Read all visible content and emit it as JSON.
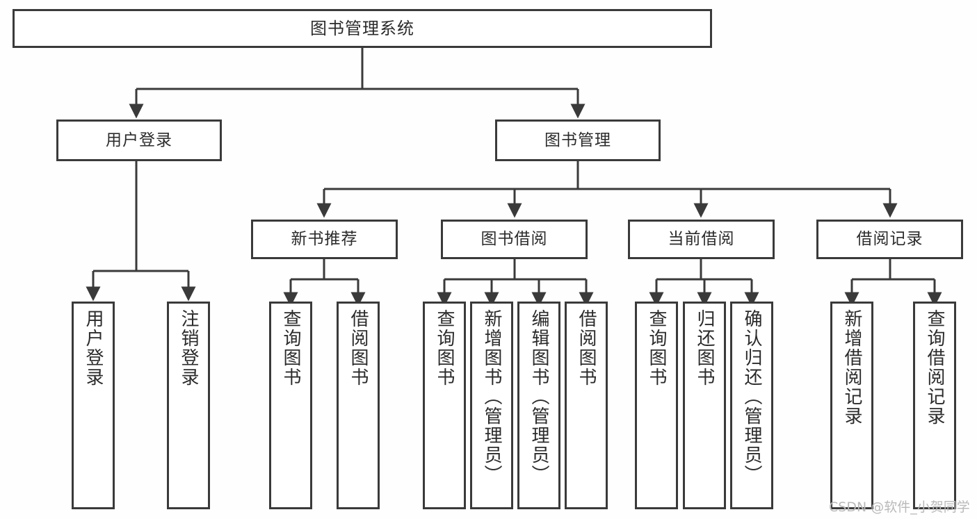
{
  "diagram": {
    "title": "图书管理系统",
    "type": "hierarchy-tree",
    "background_color": "#fefefe",
    "box_border_color": "#3a3a3a",
    "box_fill_color": "#ffffff",
    "text_color": "#2b2b2b",
    "connector_color": "#3a3a3a"
  },
  "nodes": {
    "root": {
      "label": "图书管理系统"
    },
    "level1": [
      {
        "label": "用户登录"
      },
      {
        "label": "图书管理"
      }
    ],
    "level2": [
      {
        "label": "新书推荐"
      },
      {
        "label": "图书借阅"
      },
      {
        "label": "当前借阅"
      },
      {
        "label": "借阅记录"
      }
    ],
    "leaves": {
      "user_login": [
        {
          "label": "用户登录"
        },
        {
          "label": "注销登录"
        }
      ],
      "new_book_recommend": [
        {
          "label": "查询图书"
        },
        {
          "label": "借阅图书"
        }
      ],
      "book_borrow": [
        {
          "label": "查询图书"
        },
        {
          "label": "新增图书（管理员）"
        },
        {
          "label": "编辑图书（管理员）"
        },
        {
          "label": "借阅图书"
        }
      ],
      "current_borrow": [
        {
          "label": "查询图书"
        },
        {
          "label": "归还图书"
        },
        {
          "label": "确认归还（管理员）"
        }
      ],
      "borrow_records": [
        {
          "label": "新增借阅记录"
        },
        {
          "label": "查询借阅记录"
        }
      ]
    }
  },
  "watermark": {
    "text": "CSDN @软件_小贺同学"
  }
}
